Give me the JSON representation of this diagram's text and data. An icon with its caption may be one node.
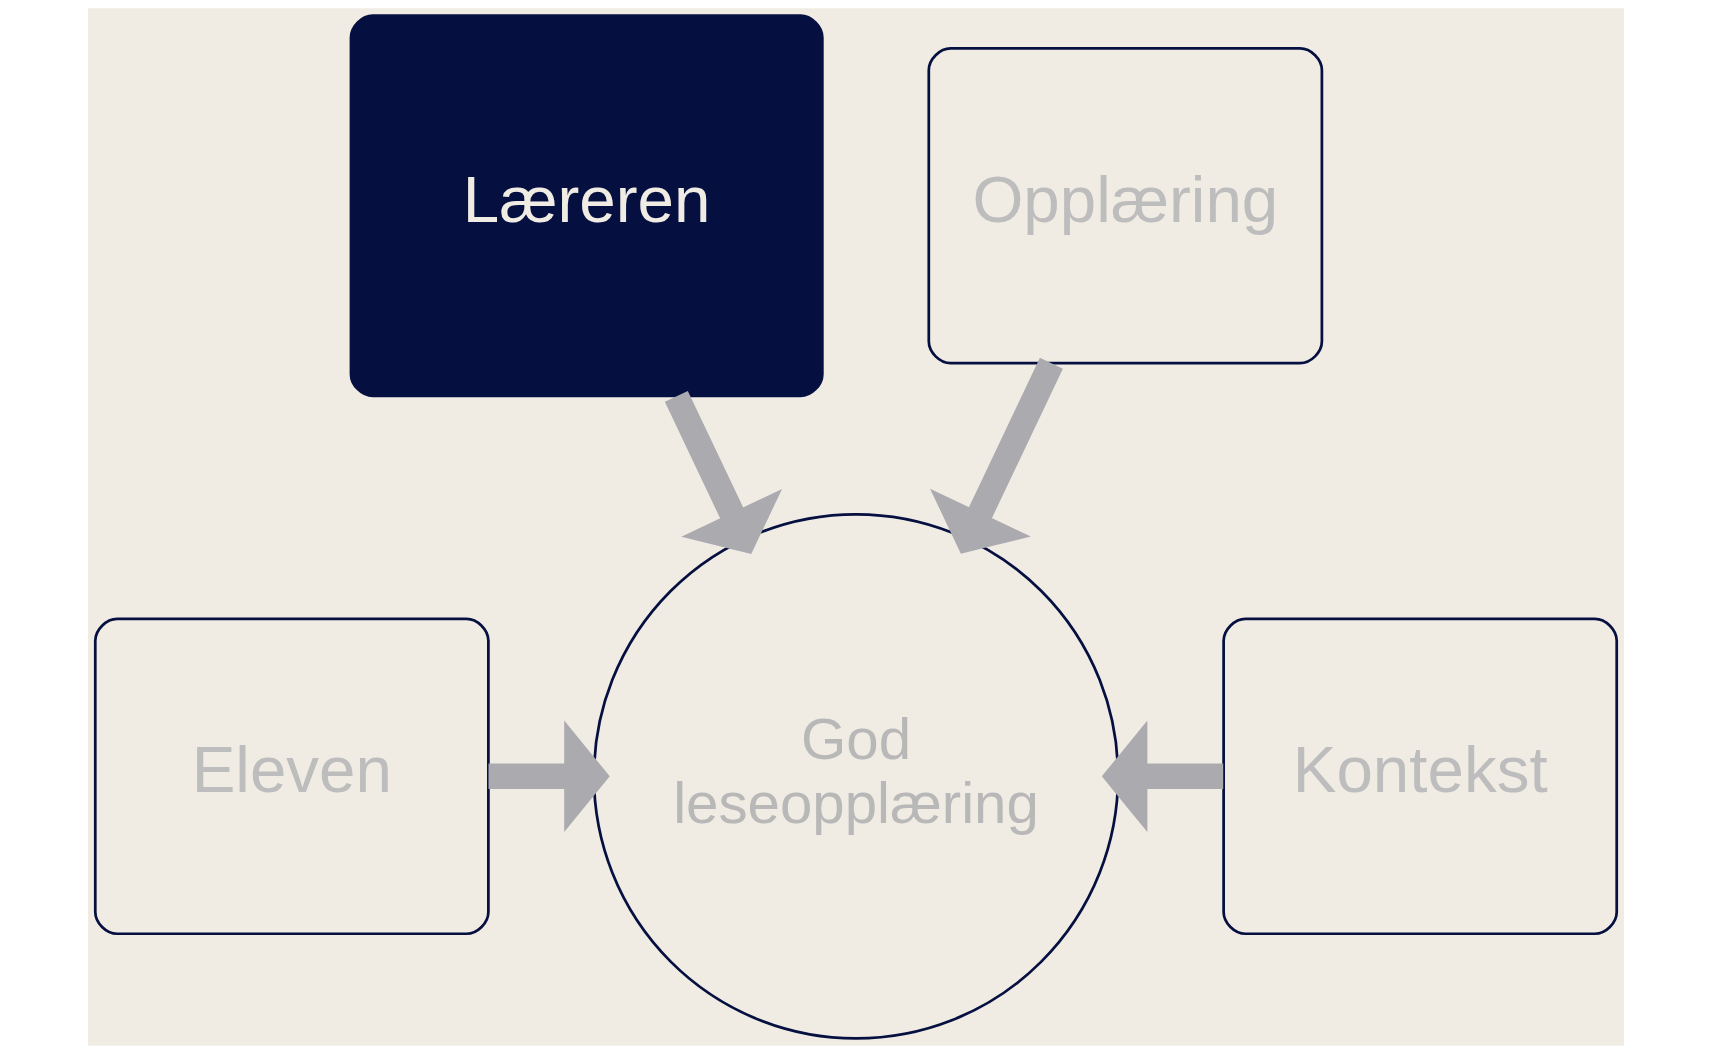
{
  "diagram": {
    "nodes": [
      {
        "text": [
          "Læreren"
        ]
      },
      {
        "text": [
          "Opplæring"
        ]
      },
      {
        "text": [
          "Eleven"
        ]
      },
      {
        "text": [
          "God leseopplæring"
        ]
      },
      {
        "text": [
          "Kontekst"
        ]
      }
    ],
    "edges": [
      {
        "from": 0,
        "to": 3,
        "arrow": "to"
      },
      {
        "from": 1,
        "to": 3,
        "arrow": "to"
      },
      {
        "from": 2,
        "to": 3,
        "arrow": "to"
      },
      {
        "from": 4,
        "to": 3,
        "arrow": "to"
      }
    ]
  }
}
